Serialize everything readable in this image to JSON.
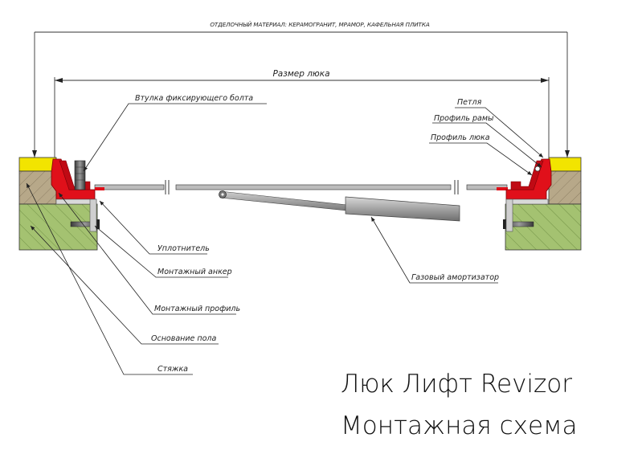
{
  "dimensions": {
    "finish_material": "ОТДЕЛОЧНЫЙ МАТЕРИАЛ: КЕРАМОГРАНИТ, МРАМОР, КАФЕЛЬНАЯ ПЛИТКА",
    "hatch_size": "Размер люка"
  },
  "callouts": {
    "fixing_bolt_bushing": "Втулка фиксирующего болта",
    "hinge": "Петля",
    "frame_profile": "Профиль рамы",
    "hatch_profile": "Профиль люка",
    "seal": "Уплотнитель",
    "mounting_anchor": "Монтажный анкер",
    "mounting_profile": "Монтажный профиль",
    "floor_base": "Основание пола",
    "screed": "Стяжка",
    "gas_strut": "Газовый амортизатор"
  },
  "title": {
    "line1": "Люк Лифт Revizor",
    "line2": "Монтажная схема"
  },
  "colors": {
    "tile": "#f2e400",
    "screed": "#b7a889",
    "base": "#a4c271",
    "profile": "#e0101a",
    "strut": "#9a9a9a"
  }
}
